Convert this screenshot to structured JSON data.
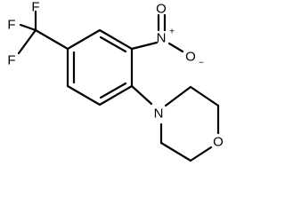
{
  "molecule": {
    "atoms": {
      "f_top": "F",
      "f_upper_left": "F",
      "f_lower_left": "F",
      "nitro_n": "N",
      "nitro_n_charge": "+",
      "nitro_o_top": "O",
      "nitro_o_right": "O",
      "nitro_o_charge": "−",
      "morpholine_n": "N",
      "morpholine_o": "O"
    }
  }
}
